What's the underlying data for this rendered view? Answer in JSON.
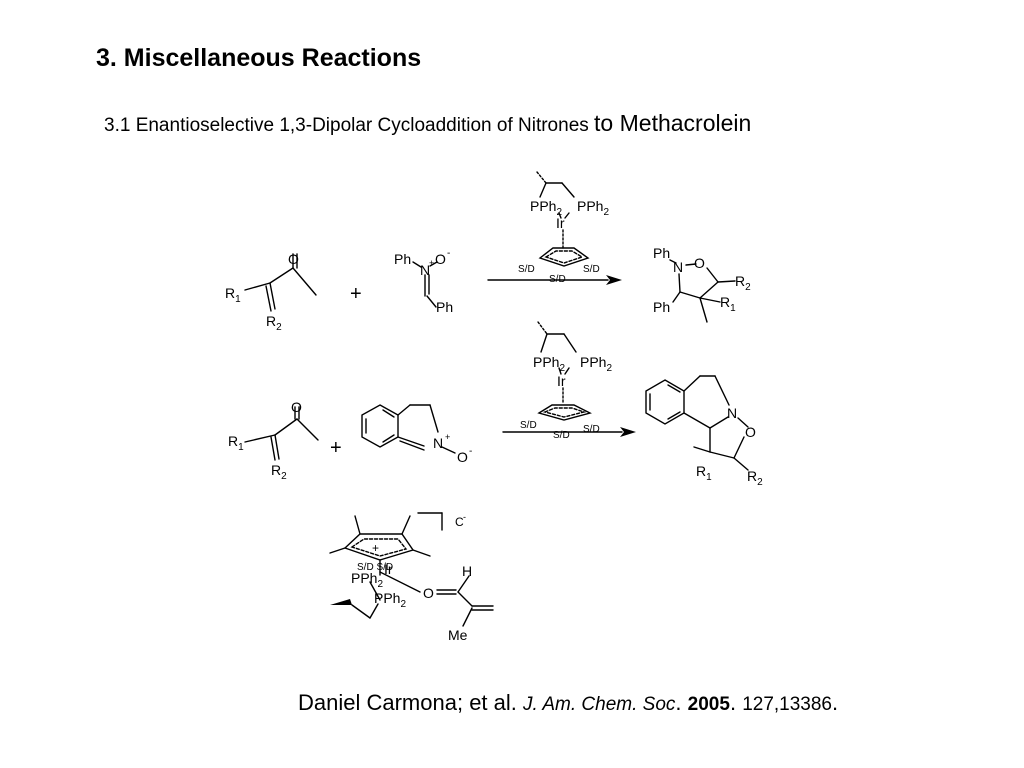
{
  "title": "3. Miscellaneous Reactions",
  "subtitle": {
    "main": "3.1 Enantioselective 1,3-Dipolar Cycloaddition of Nitrones",
    "tail": "to Methacrolein"
  },
  "labels": {
    "O": "O",
    "N": "N",
    "Ph": "Ph",
    "Me": "Me",
    "H": "H",
    "Ir": "Ir",
    "plus": "+",
    "minus": "-",
    "SD": "S/D",
    "R": "R",
    "sub1": "1",
    "sub2": "2",
    "PPh": "PPh",
    "counterion": "C",
    "complex_overlap": "S/D S/D"
  },
  "citation": {
    "authors": "Daniel Carmona; et al.",
    "journal": "J. Am.  Chem.  Soc",
    "year": "2005",
    "volume": "127,13386"
  }
}
